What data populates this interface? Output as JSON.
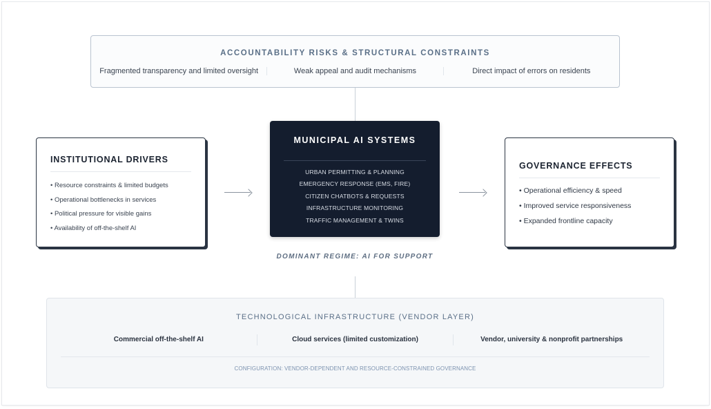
{
  "top": {
    "title": "ACCOUNTABILITY RISKS & STRUCTURAL CONSTRAINTS",
    "items": [
      "Fragmented transparency and limited oversight",
      "Weak appeal and audit mechanisms",
      "Direct impact of errors on residents"
    ]
  },
  "left": {
    "title": "INSTITUTIONAL DRIVERS",
    "items": [
      "• Resource constraints & limited budgets",
      "• Operational bottlenecks in services",
      "• Political pressure for visible gains",
      "• Availability of off-the-shelf AI"
    ]
  },
  "center": {
    "title": "MUNICIPAL AI SYSTEMS",
    "items": [
      "URBAN PERMITTING & PLANNING",
      "EMERGENCY RESPONSE (EMS, FIRE)",
      "CITIZEN CHATBOTS & REQUESTS",
      "INFRASTRUCTURE MONITORING",
      "TRAFFIC MANAGEMENT & TWINS"
    ]
  },
  "right": {
    "title": "GOVERNANCE EFFECTS",
    "items": [
      "• Operational efficiency & speed",
      "• Improved service responsiveness",
      "• Expanded frontline capacity"
    ]
  },
  "regime": "DOMINANT REGIME: AI FOR SUPPORT",
  "bottom": {
    "title": "TECHNOLOGICAL INFRASTRUCTURE (VENDOR LAYER)",
    "items": [
      "Commercial off-the-shelf AI",
      "Cloud services (limited customization)",
      "Vendor, university & nonprofit partnerships"
    ],
    "note": "CONFIGURATION: VENDOR-DEPENDENT AND RESOURCE-CONSTRAINED GOVERNANCE"
  }
}
